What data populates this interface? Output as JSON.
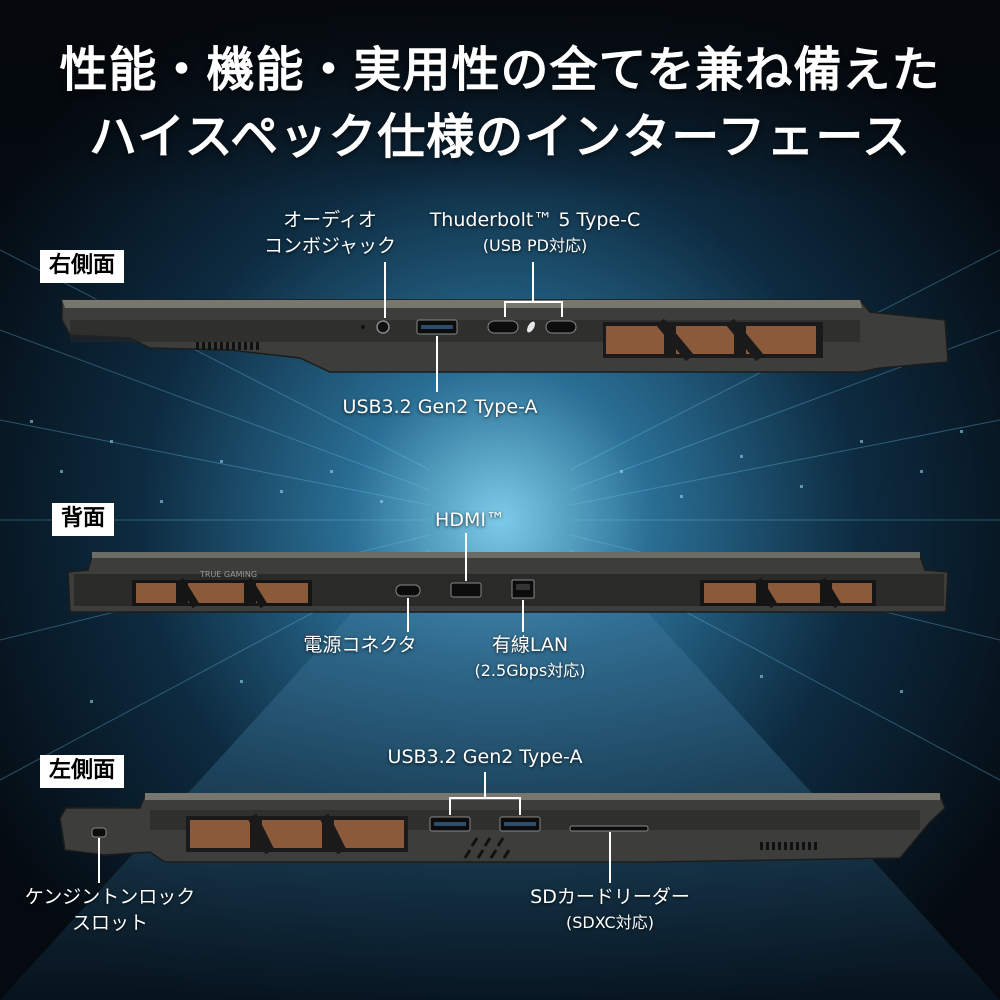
{
  "headline": {
    "line1": "性能・機能・実用性の全てを兼ね備えた",
    "line2": "ハイスペック仕様のインターフェース"
  },
  "right_side": {
    "tag": "右側面",
    "audio_label_1": "オーディオ",
    "audio_label_2": "コンボジャック",
    "thunderbolt_label": "Thuderbolt™ 5 Type-C",
    "thunderbolt_sub": "(USB PD対応)",
    "usb_label": "USB3.2 Gen2 Type-A"
  },
  "back_side": {
    "tag": "背面",
    "hdmi_label": "HDMI™",
    "power_label": "電源コネクタ",
    "lan_label": "有線LAN",
    "lan_sub": "(2.5Gbps対応)",
    "engraving": "TRUE GAMING"
  },
  "left_side": {
    "tag": "左側面",
    "usb_label": "USB3.2 Gen2 Type-A",
    "lock_label_1": "ケンジントンロック",
    "lock_label_2": "スロット",
    "sd_label": "SDカードリーダー",
    "sd_sub": "(SDXC対応)"
  },
  "colors": {
    "background": "#061018",
    "server_glow": "#3aa6d8",
    "chassis": "#3c3c3a",
    "vent_copper": "#8a5a3a",
    "tag_bg": "#ffffff"
  }
}
